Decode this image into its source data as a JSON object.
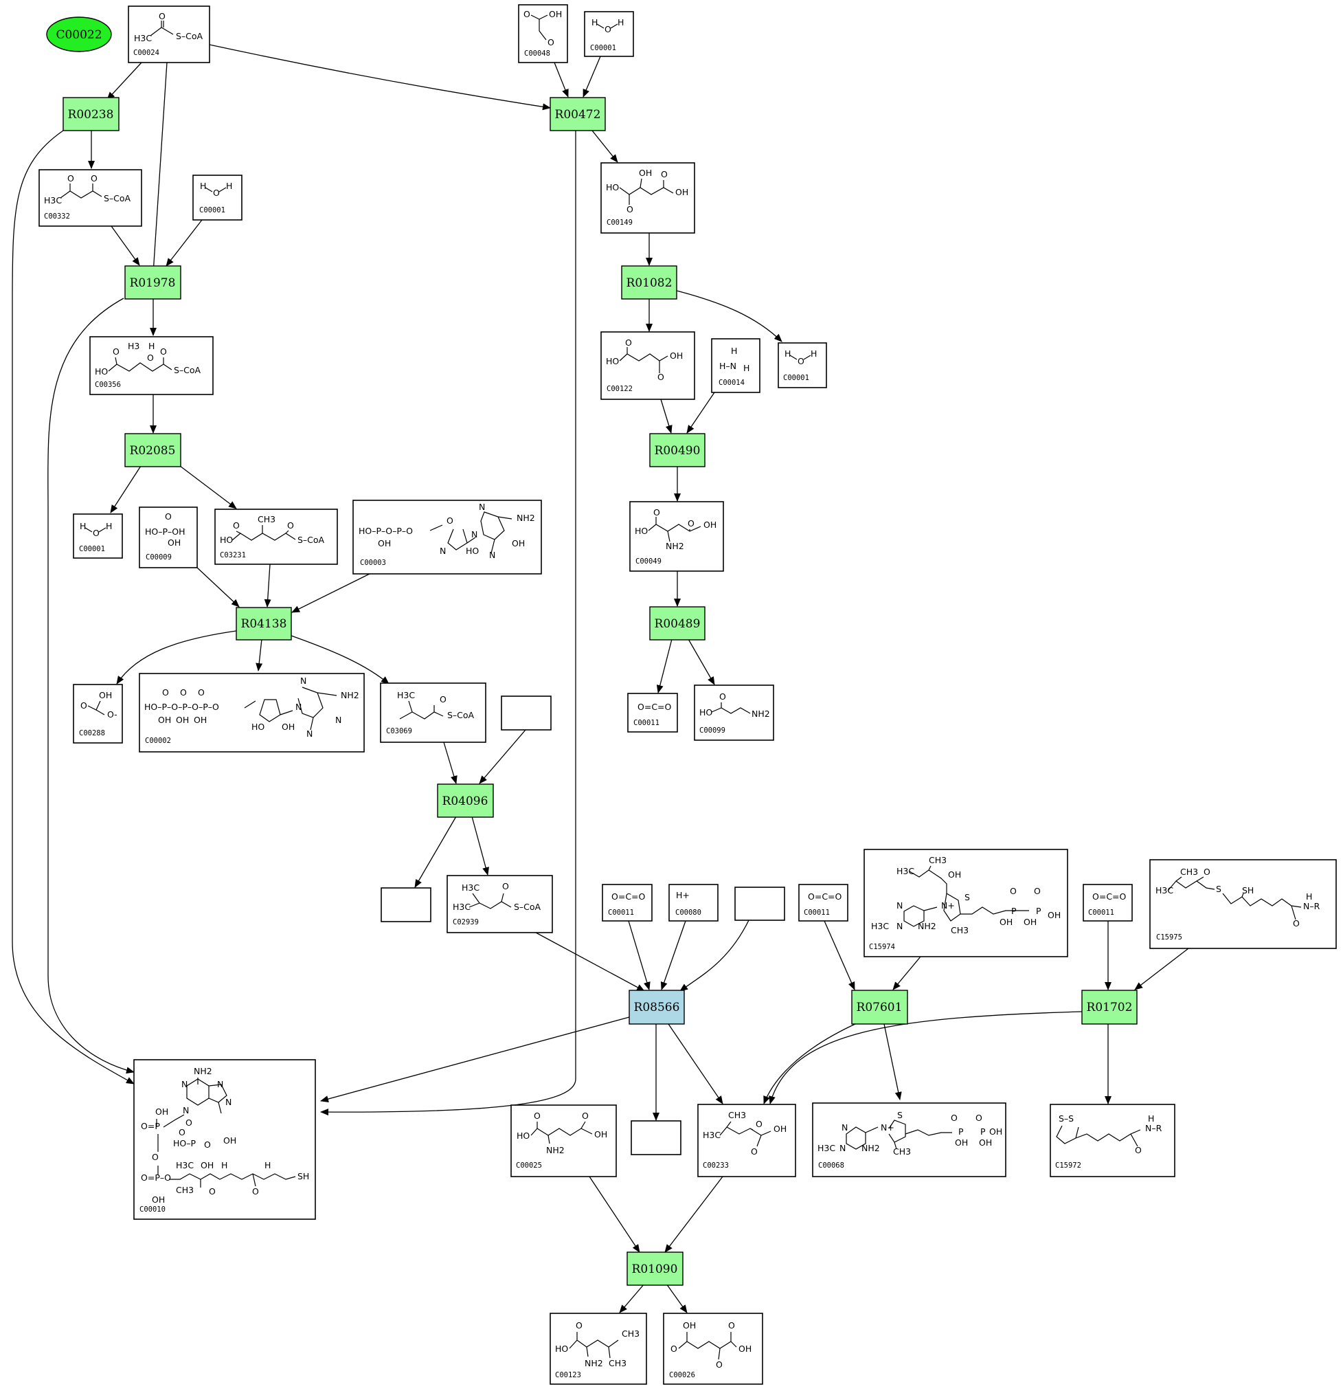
{
  "colors": {
    "reaction": "#98fb98",
    "selected_reaction": "#add8e6",
    "start_compound": "#22ee22",
    "compound_box": "#ffffff"
  },
  "start_node": {
    "id": "C00022"
  },
  "reactions": [
    {
      "id": "R00238",
      "label": "R00238"
    },
    {
      "id": "R00472",
      "label": "R00472"
    },
    {
      "id": "R01978",
      "label": "R01978"
    },
    {
      "id": "R01082",
      "label": "R01082"
    },
    {
      "id": "R02085",
      "label": "R02085"
    },
    {
      "id": "R00490",
      "label": "R00490"
    },
    {
      "id": "R04138",
      "label": "R04138"
    },
    {
      "id": "R00489",
      "label": "R00489"
    },
    {
      "id": "R04096",
      "label": "R04096"
    },
    {
      "id": "R08566",
      "label": "R08566",
      "highlighted": true
    },
    {
      "id": "R07601",
      "label": "R07601"
    },
    {
      "id": "R01702",
      "label": "R01702"
    },
    {
      "id": "R01090",
      "label": "R01090"
    }
  ],
  "compounds": [
    {
      "key": "c00024",
      "id": "C00024",
      "atoms": [
        "O",
        "H3C",
        "S–CoA"
      ]
    },
    {
      "key": "c00048",
      "id": "C00048",
      "atoms": [
        "OH",
        "O",
        "O"
      ]
    },
    {
      "key": "c00001a",
      "id": "C00001",
      "atoms": [
        "H",
        "O",
        "H"
      ]
    },
    {
      "key": "c00332",
      "id": "C00332",
      "atoms": [
        "O",
        "O",
        "H3C",
        "S–CoA"
      ]
    },
    {
      "key": "c00001b",
      "id": "C00001",
      "atoms": [
        "H",
        "O",
        "H"
      ]
    },
    {
      "key": "c00149",
      "id": "C00149",
      "atoms": [
        "OH",
        "HO",
        "OH",
        "O",
        "O"
      ]
    },
    {
      "key": "c00356",
      "id": "C00356",
      "atoms": [
        "H3",
        "H",
        "O",
        "O",
        "O",
        "HO",
        "S–CoA"
      ]
    },
    {
      "key": "c00122",
      "id": "C00122",
      "atoms": [
        "O",
        "HO",
        "OH",
        "O"
      ]
    },
    {
      "key": "c00014",
      "id": "C00014",
      "atoms": [
        "H",
        "H–N",
        "H"
      ]
    },
    {
      "key": "c00001c",
      "id": "C00001",
      "atoms": [
        "H",
        "O",
        "H"
      ]
    },
    {
      "key": "c00001d",
      "id": "C00001",
      "atoms": [
        "H",
        "O",
        "H"
      ]
    },
    {
      "key": "c00009",
      "id": "C00009",
      "atoms": [
        "O",
        "HO–P–OH",
        "OH"
      ]
    },
    {
      "key": "c03231",
      "id": "C03231",
      "atoms": [
        "CH3",
        "O",
        "O",
        "HO",
        "S–CoA"
      ]
    },
    {
      "key": "c00003",
      "id": "C00003",
      "atoms": [
        "HO–P–O–P–O",
        "OH",
        "O",
        "N",
        "NH2",
        "N",
        "N",
        "HO",
        "OH",
        "N"
      ]
    },
    {
      "key": "c00049",
      "id": "C00049",
      "atoms": [
        "O",
        "O",
        "HO",
        "OH",
        "NH2"
      ]
    },
    {
      "key": "c00288",
      "id": "C00288",
      "atoms": [
        "OH",
        "O",
        "O-"
      ]
    },
    {
      "key": "c00002",
      "id": "C00002",
      "atoms": [
        "O",
        "O",
        "O",
        "N",
        "NH2",
        "HO–P–O–P–O–P–O",
        "OH",
        "OH",
        "OH",
        "N",
        "N",
        "HO",
        "OH",
        "N"
      ]
    },
    {
      "key": "c03069",
      "id": "C03069",
      "atoms": [
        "H3C",
        "O",
        "S–CoA"
      ]
    },
    {
      "key": "c00011a",
      "id": "C00011",
      "atoms": [
        "O=C=O"
      ]
    },
    {
      "key": "c00099",
      "id": "C00099",
      "atoms": [
        "O",
        "HO",
        "NH2"
      ]
    },
    {
      "key": "c02939",
      "id": "C02939",
      "atoms": [
        "H3C",
        "O",
        "H3C",
        "S–CoA"
      ]
    },
    {
      "key": "c00011b",
      "id": "C00011",
      "atoms": [
        "O=C=O"
      ]
    },
    {
      "key": "c00080",
      "id": "C00080",
      "atoms": [
        "H+"
      ]
    },
    {
      "key": "c00011c",
      "id": "C00011",
      "atoms": [
        "O=C=O"
      ]
    },
    {
      "key": "c15974",
      "id": "C15974",
      "atoms": [
        "CH3",
        "H3C",
        "OH",
        "S",
        "O",
        "O",
        "N",
        "N+",
        "P",
        "P",
        "H3C",
        "N",
        "NH2",
        "CH3",
        "OH",
        "OH",
        "OH"
      ]
    },
    {
      "key": "c00011d",
      "id": "C00011",
      "atoms": [
        "O=C=O"
      ]
    },
    {
      "key": "c15975",
      "id": "C15975",
      "atoms": [
        "CH3",
        "O",
        "H3C",
        "S",
        "SH",
        "H",
        "N–R",
        "O"
      ]
    },
    {
      "key": "c00010",
      "id": "C00010",
      "atoms": [
        "NH2",
        "N",
        "N",
        "N",
        "N",
        "OH",
        "O=P",
        "O",
        "O",
        "HO–P",
        "O",
        "O",
        "OH",
        "O=P–O",
        "H3C",
        "OH",
        "H",
        "H",
        "SH",
        "OH",
        "CH3",
        "O",
        "O"
      ]
    },
    {
      "key": "c00025",
      "id": "C00025",
      "atoms": [
        "O",
        "O",
        "HO",
        "OH",
        "NH2"
      ]
    },
    {
      "key": "c00233",
      "id": "C00233",
      "atoms": [
        "CH3",
        "O",
        "H3C",
        "OH",
        "O"
      ]
    },
    {
      "key": "c00068",
      "id": "C00068",
      "atoms": [
        "S",
        "O",
        "O",
        "N",
        "N+",
        "P",
        "P",
        "OH",
        "H3C",
        "N",
        "NH2",
        "CH3",
        "OH",
        "OH"
      ]
    },
    {
      "key": "c15972",
      "id": "C15972",
      "atoms": [
        "S–S",
        "H",
        "N–R",
        "O"
      ]
    },
    {
      "key": "c00123",
      "id": "C00123",
      "atoms": [
        "O",
        "CH3",
        "HO",
        "NH2",
        "CH3"
      ]
    },
    {
      "key": "c00026",
      "id": "C00026",
      "atoms": [
        "OH",
        "O",
        "O",
        "OH",
        "O"
      ]
    }
  ]
}
